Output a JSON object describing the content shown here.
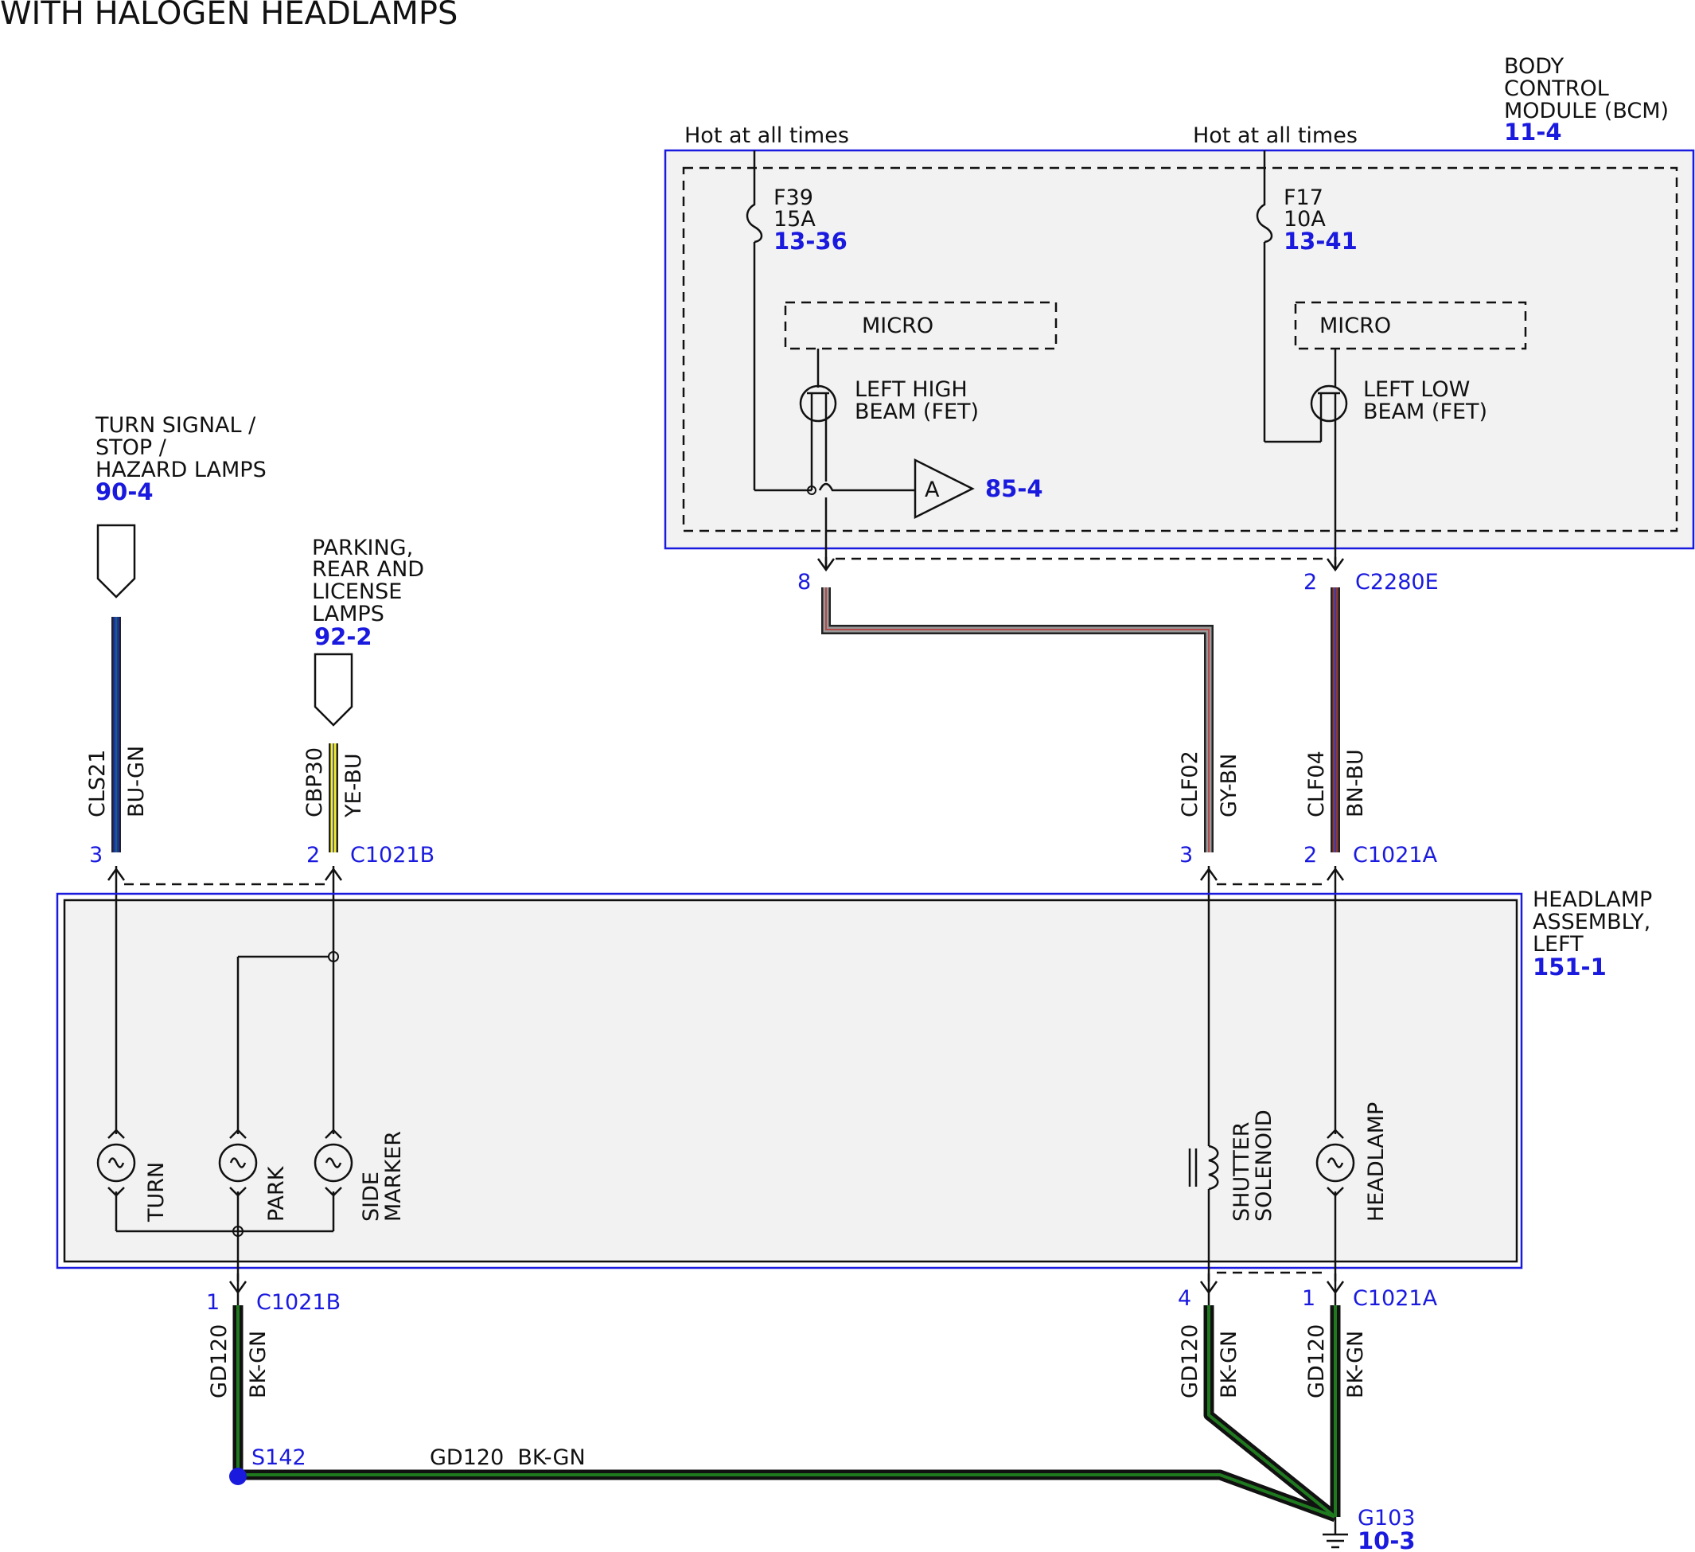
{
  "title": "WITH HALOGEN HEADLAMPS",
  "bcm": {
    "name_lines": [
      "BODY",
      "CONTROL",
      "MODULE (BCM)"
    ],
    "ref": "11-4",
    "hot1": "Hot at all times",
    "hot2": "Hot at all times",
    "fuse1": {
      "name": "F39",
      "rating": "15A",
      "ref": "13-36"
    },
    "fuse2": {
      "name": "F17",
      "rating": "10A",
      "ref": "13-41"
    },
    "micro1": "MICRO",
    "micro2": "MICRO",
    "fet1": [
      "LEFT HIGH",
      "BEAM (FET)"
    ],
    "fet2": [
      "LEFT LOW",
      "BEAM (FET)"
    ],
    "amp_label": "A",
    "amp_ref": "85-4",
    "conn_name": "C2280E",
    "pin_high": "8",
    "pin_low": "2"
  },
  "turn_signal": {
    "lines": [
      "TURN SIGNAL /",
      "STOP /",
      "HAZARD LAMPS"
    ],
    "ref": "90-4"
  },
  "parking": {
    "lines": [
      "PARKING,",
      "REAR AND",
      "LICENSE",
      "LAMPS"
    ],
    "ref": "92-2"
  },
  "wires": {
    "cls21": {
      "circuit": "CLS21",
      "color": "BU-GN",
      "pin": "3"
    },
    "cbp30": {
      "circuit": "CBP30",
      "color": "YE-BU",
      "pin": "2",
      "connector": "C1021B"
    },
    "clf02": {
      "circuit": "CLF02",
      "color": "GY-BN",
      "pin": "3"
    },
    "clf04": {
      "circuit": "CLF04",
      "color": "BN-BU",
      "pin": "2",
      "connector": "C1021A"
    },
    "gd_left": {
      "circuit": "GD120",
      "color": "BK-GN",
      "pin": "1",
      "connector": "C1021B"
    },
    "gd_mid": {
      "circuit": "GD120",
      "color": "BK-GN",
      "pin": "4"
    },
    "gd_right": {
      "circuit": "GD120",
      "color": "BK-GN",
      "pin": "1",
      "connector": "C1021A"
    },
    "gd_horizontal": "GD120  BK-GN"
  },
  "headlamp_assembly": {
    "lines": [
      "HEADLAMP",
      "ASSEMBLY,",
      "LEFT"
    ],
    "ref": "151-1"
  },
  "components": {
    "turn": "TURN",
    "park": "PARK",
    "side_marker": [
      "SIDE",
      "MARKER"
    ],
    "shutter": [
      "SHUTTER",
      "SOLENOID"
    ],
    "headlamp": "HEADLAMP"
  },
  "splice": "S142",
  "ground": {
    "name": "G103",
    "ref": "10-3"
  },
  "colors": {
    "module_border": "#1a1adf",
    "module_fill": "#f2f2f2",
    "ref_text": "#1a1adf"
  }
}
